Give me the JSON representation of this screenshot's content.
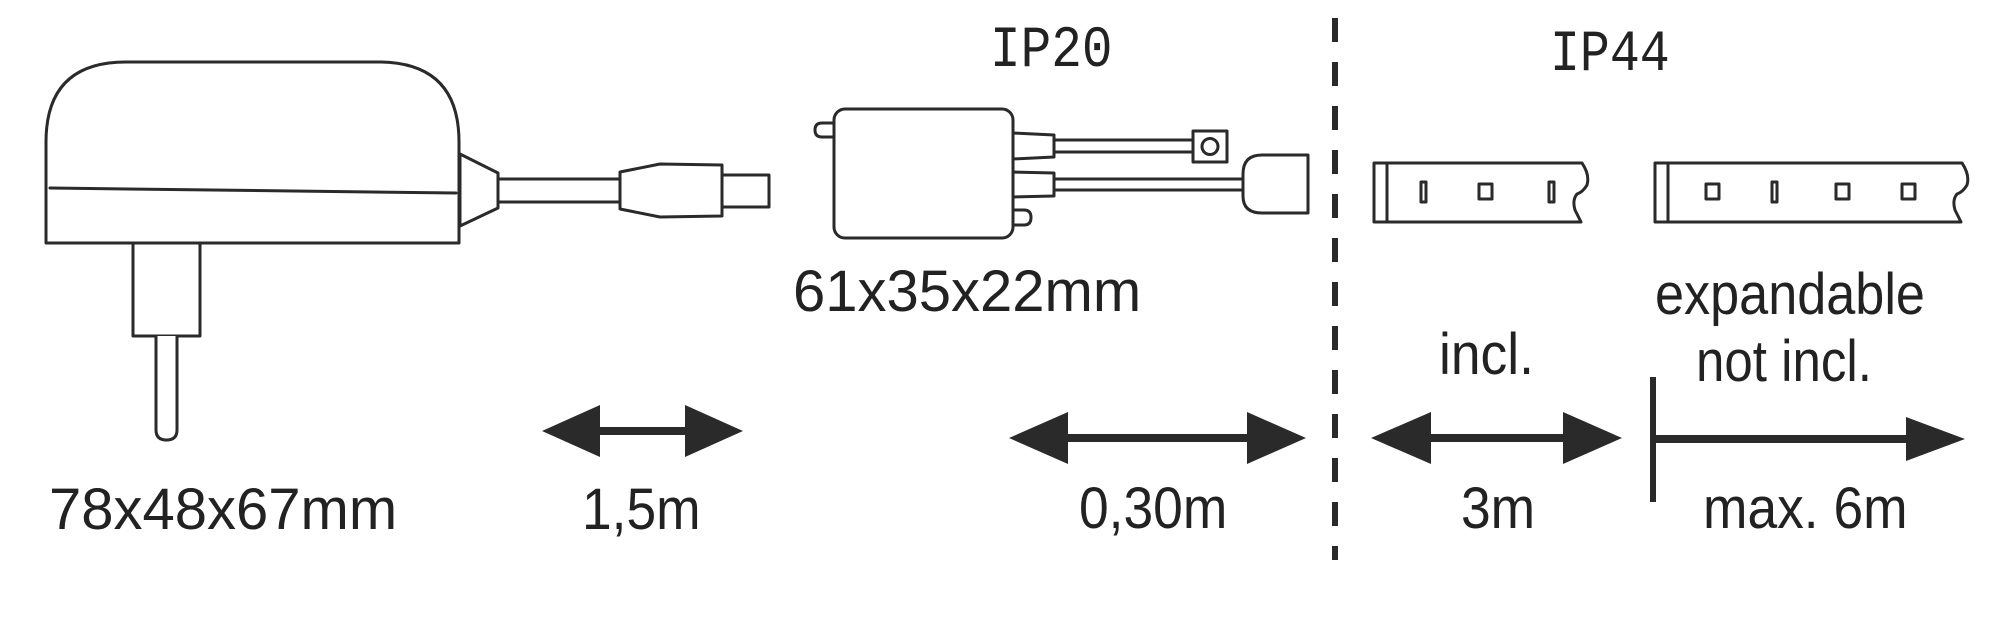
{
  "diagram": {
    "sections": {
      "ip20": {
        "label": "IP20"
      },
      "ip44": {
        "label": "IP44"
      }
    },
    "components": {
      "power_adapter": {
        "dimensions": "78x48x67mm"
      },
      "adapter_cable": {
        "length": "1,5m"
      },
      "controller": {
        "dimensions": "61x35x22mm"
      },
      "controller_cable": {
        "length": "0,30m"
      },
      "led_strip_included": {
        "status": "incl.",
        "length": "3m"
      },
      "led_strip_extension": {
        "status_line1": "expandable",
        "status_line2": "not incl.",
        "length": "max. 6m"
      }
    },
    "colors": {
      "line": "#2a2a2a",
      "background": "#ffffff"
    }
  }
}
